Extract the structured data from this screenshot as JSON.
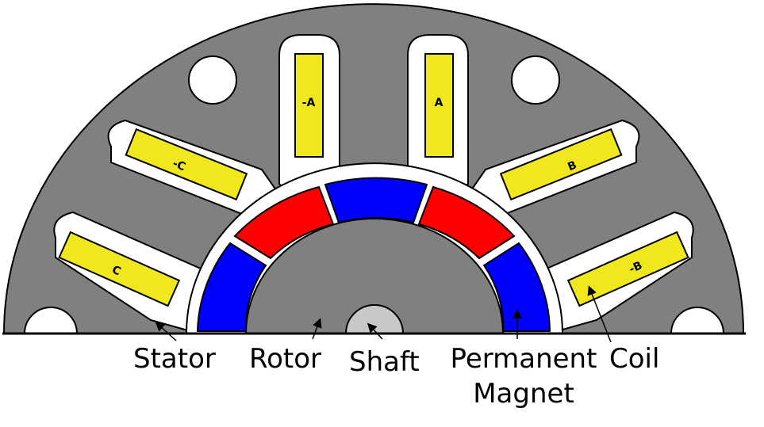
{
  "coils": {
    "a": "A",
    "neg_a": "-A",
    "b": "B",
    "neg_b": "-B",
    "c": "C",
    "neg_c": "-C"
  },
  "captions": {
    "stator": "Stator",
    "rotor": "Rotor",
    "shaft": "Shaft",
    "permanent": "Permanent",
    "magnet": "Magnet",
    "coil": "Coil"
  },
  "colors": {
    "stator": "#808080",
    "coil": "#f0e81c",
    "magnet_north": "#0000ff",
    "magnet_south": "#ff0000",
    "shaft": "#c8c8c8"
  }
}
